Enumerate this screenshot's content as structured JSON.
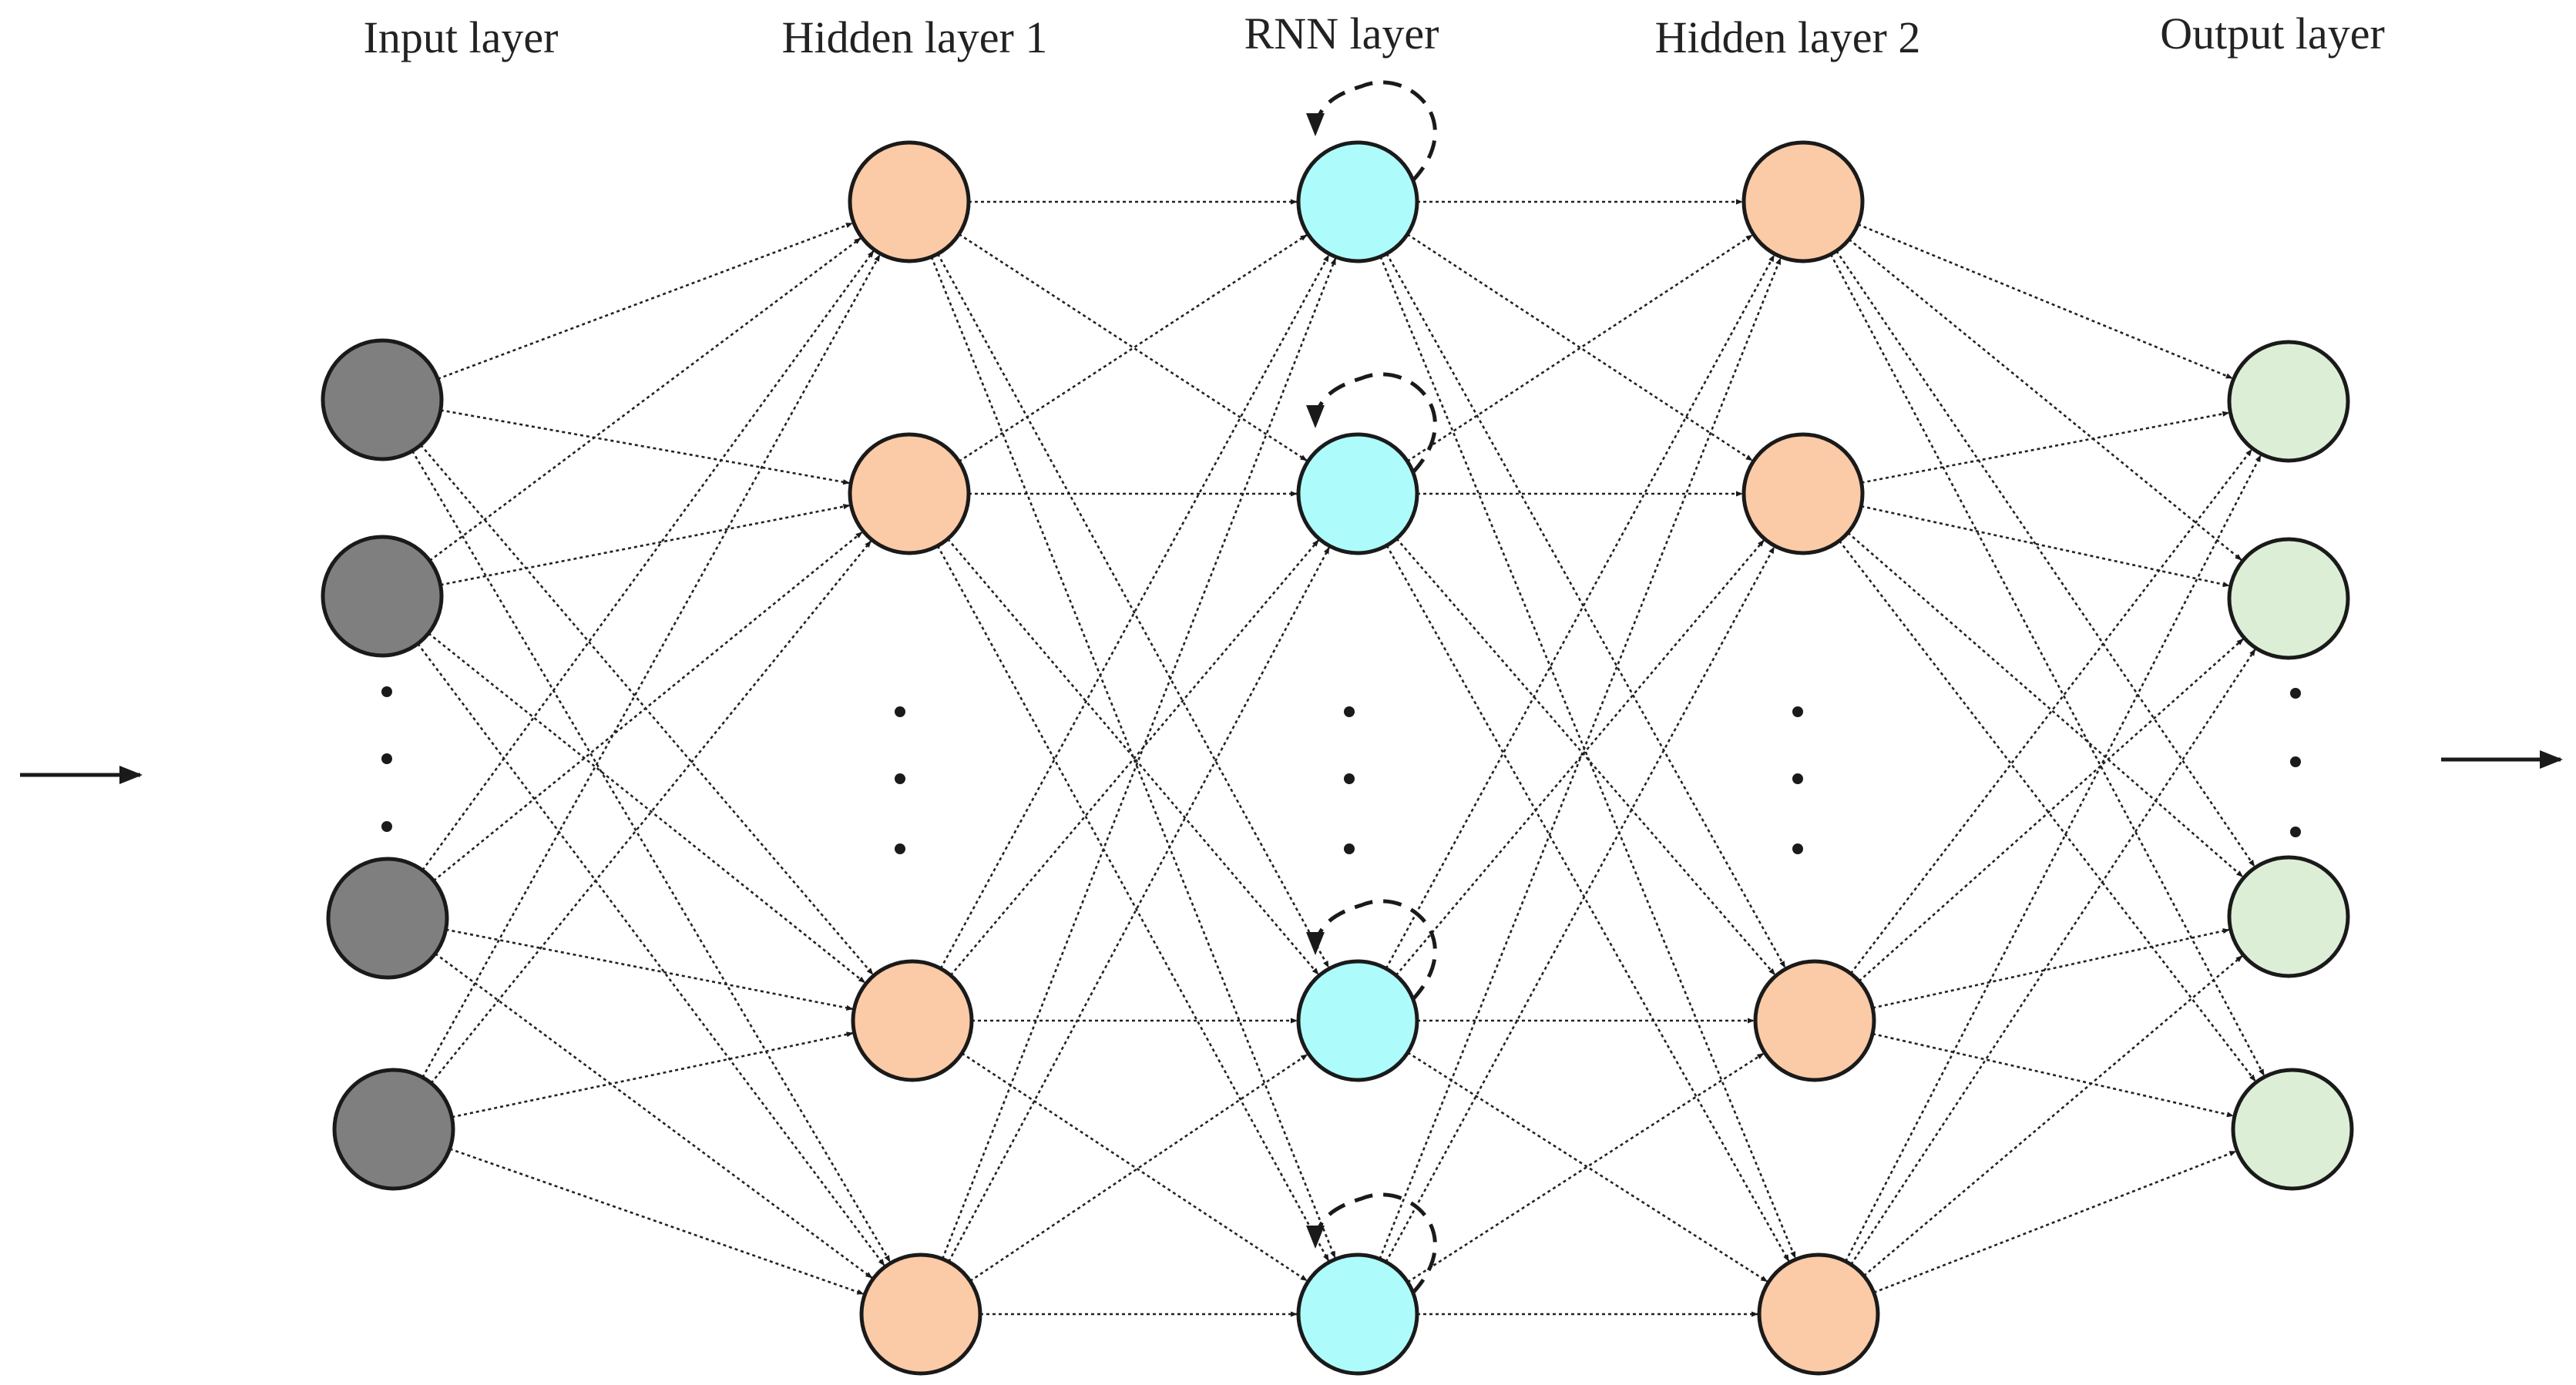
{
  "layers": [
    {
      "id": "input",
      "title": "Input layer",
      "color": "#7f7f7f"
    },
    {
      "id": "hidden1",
      "title": "Hidden layer 1",
      "color": "#fbcaa6"
    },
    {
      "id": "rnn",
      "title": "RNN layer",
      "color": "#aefbfc",
      "recurrent": true
    },
    {
      "id": "hidden2",
      "title": "Hidden layer 2",
      "color": "#fbcaa6"
    },
    {
      "id": "output",
      "title": "Output layer",
      "color": "#dcefd6"
    }
  ],
  "connectivity": "fully-connected",
  "flow_direction": "left-to-right"
}
